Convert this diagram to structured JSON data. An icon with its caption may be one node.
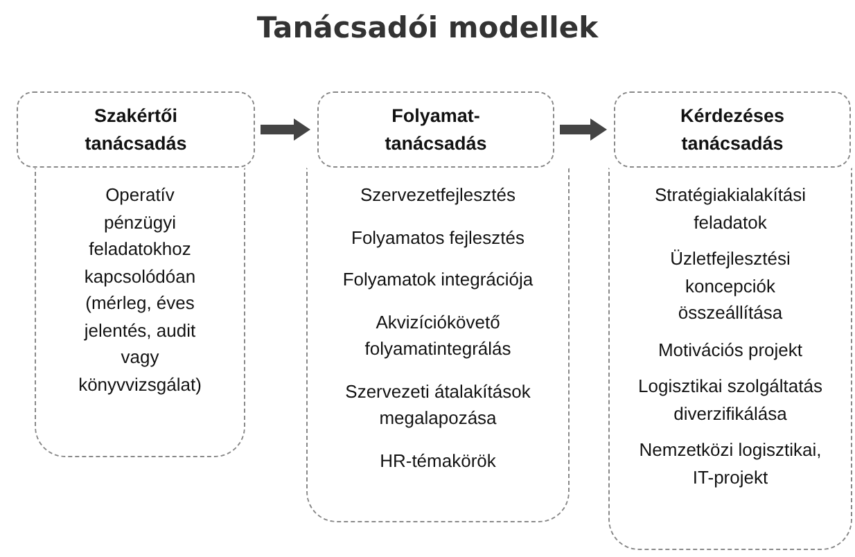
{
  "diagram": {
    "title": "Tanácsadói modellek",
    "nodes": [
      {
        "text": [
          "Szakértői tanácsadás"
        ]
      },
      {
        "text": [
          "Operatív pénzügyi feladatokhoz kapcsolódóan (mérleg, éves jelentés, audit vagy könyvvizsgálat)"
        ]
      },
      {
        "text": [
          "Folyamat-tanácsadás"
        ]
      },
      {
        "text": [
          "Szervezetfejlesztés",
          "Folyamatos fejlesztés",
          "Folyamatok integrációja",
          "Akvizíciókövető folyamatintegrálás",
          "Szervezeti átalakítások megalapozása",
          "HR-témakörök"
        ]
      },
      {
        "text": [
          "Kérdezéses tanácsadás"
        ]
      },
      {
        "text": [
          "Stratégiakialakítási feladatok",
          "Üzletfejlesztési koncepciók összeállítása",
          "Motivációs projekt",
          "Logisztikai szolgáltatás diverzifikálása",
          "Nemzetközi logisztikai, IT-projekt"
        ]
      }
    ],
    "edges": [
      {
        "from": 0,
        "to": 2,
        "arrow": "to"
      },
      {
        "from": 2,
        "to": 4,
        "arrow": "to"
      }
    ]
  }
}
